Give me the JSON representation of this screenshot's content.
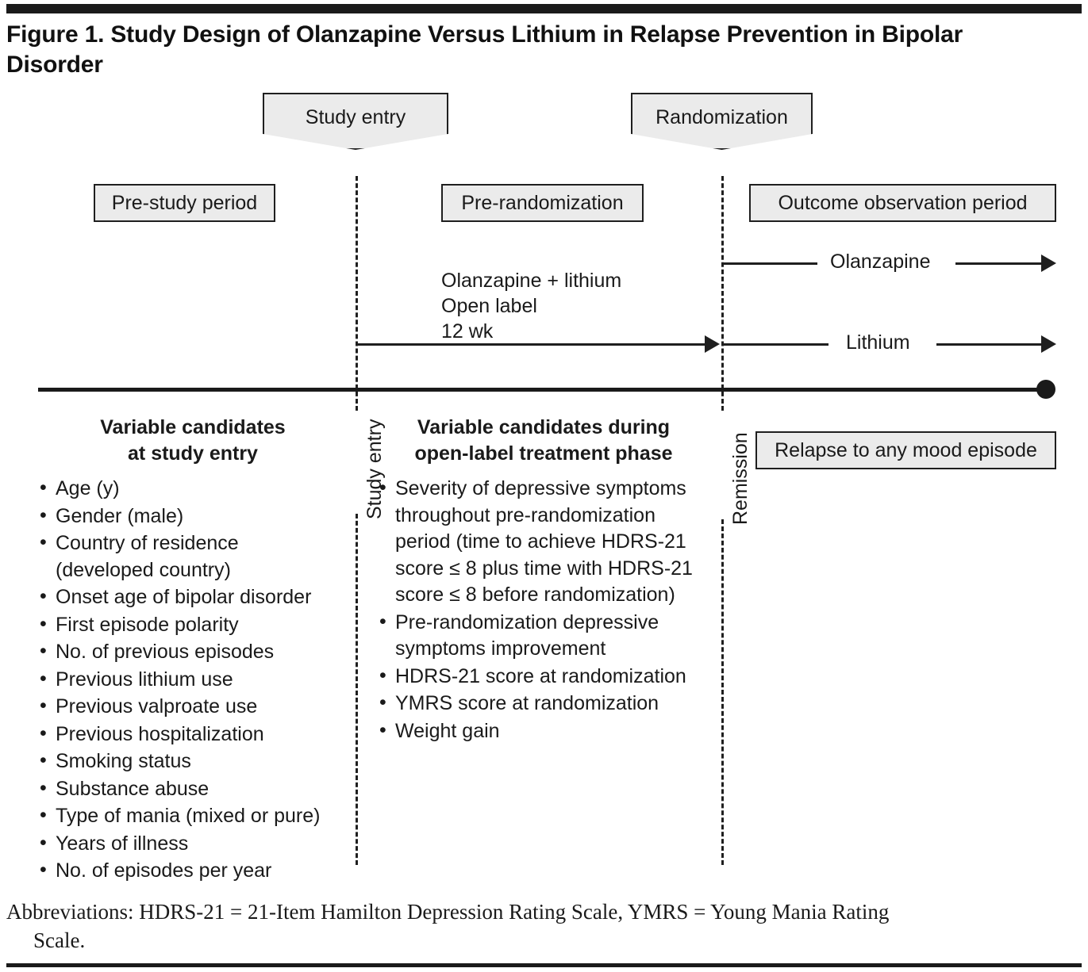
{
  "figure": {
    "title": "Figure 1. Study Design of Olanzapine Versus Lithium in Relapse Prevention in Bipolar Disorder",
    "footnote_line1": "Abbreviations: HDRS-21 = 21-Item Hamilton Depression Rating Scale, YMRS = Young Mania Rating",
    "footnote_line2": "Scale."
  },
  "callouts": {
    "study_entry": "Study entry",
    "randomization": "Randomization"
  },
  "period_boxes": {
    "pre_study": "Pre-study period",
    "pre_randomization": "Pre-randomization",
    "outcome_observation": "Outcome observation period"
  },
  "timeline": {
    "open_label_text": "Olanzapine + lithium\nOpen label\n12 wk",
    "arrow_olanzapine": "Olanzapine",
    "arrow_lithium": "Lithium",
    "axis_label_study_entry": "Study entry",
    "axis_label_remission": "Remission"
  },
  "outcome_box": {
    "label": "Relapse to any mood episode"
  },
  "left_column": {
    "heading": "Variable candidates\nat study entry",
    "items": [
      "Age (y)",
      "Gender (male)",
      "Country of residence\n(developed country)",
      "Onset age of bipolar disorder",
      "First episode polarity",
      "No. of previous episodes",
      "Previous lithium use",
      "Previous valproate use",
      "Previous hospitalization",
      "Smoking status",
      "Substance abuse",
      "Type of mania (mixed or pure)",
      "Years of illness",
      "No. of episodes per year"
    ]
  },
  "middle_column": {
    "heading": "Variable candidates during\nopen-label treatment phase",
    "items": [
      "Severity of depressive symptoms throughout pre-randomization period (time to achieve HDRS-21 score ≤ 8 plus time with HDRS-21 score ≤ 8 before randomization)",
      "Pre-randomization depressive symptoms improvement",
      "HDRS-21 score at randomization",
      "YMRS score at randomization",
      "Weight gain"
    ]
  },
  "colors": {
    "ink": "#1a1a1a",
    "box_fill": "#ebebeb",
    "box_stroke": "#1f1f1f",
    "background": "#ffffff"
  }
}
